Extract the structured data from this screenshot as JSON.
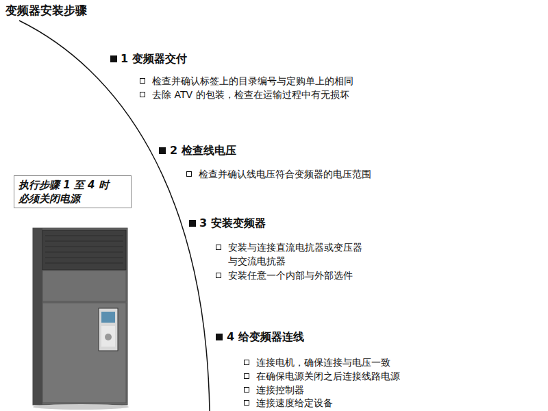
{
  "diagram": {
    "title": "变频器安装步骤",
    "nodes": [
      {
        "text": [
          "执行步骤 1 至 4 时 必须关闭电源"
        ]
      }
    ],
    "labels": [
      "1 变频器交付",
      "检查并确认标签上的目录编号与定购单上的相同",
      "去除 ATV 的包装，检查在运输过程中有无损坏",
      "2 检查线电压",
      "检查并确认线电压符合变频器的电压范围",
      "3 安装变频器",
      "安装与连接直流电抗器或变压器 与交流电抗器",
      "安装任意一个内部与外部选件",
      "4 给变频器连线",
      "连接电机，确保连接与电压一致",
      "在确保电源关闭之后连接线路电源",
      "连接控制器",
      "连接速度给定设备"
    ]
  }
}
